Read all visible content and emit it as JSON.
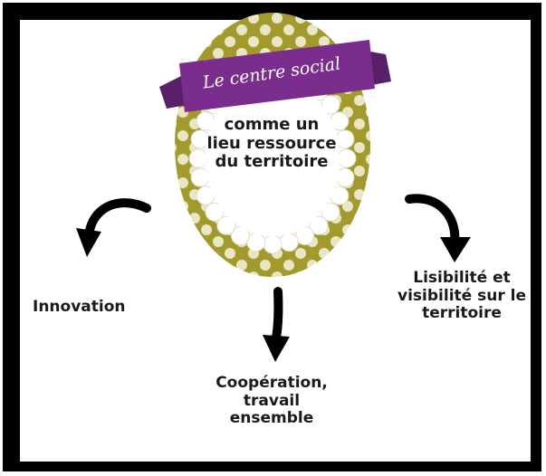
{
  "center": {
    "banner": "Le centre social",
    "lines": [
      "comme un",
      "lieu ressource",
      "du territoire"
    ]
  },
  "branches": {
    "left": [
      "Innovation"
    ],
    "bottom": [
      "Coopération,",
      "travail",
      "ensemble"
    ],
    "right": [
      "Lisibilité et",
      "visibilité sur le",
      "territoire"
    ]
  },
  "colors": {
    "oval": "#a39a2e",
    "dots": "#e9e6c6",
    "banner": "#7b2d8e",
    "banner_dark": "#5a1f69",
    "frame": "#000000"
  }
}
